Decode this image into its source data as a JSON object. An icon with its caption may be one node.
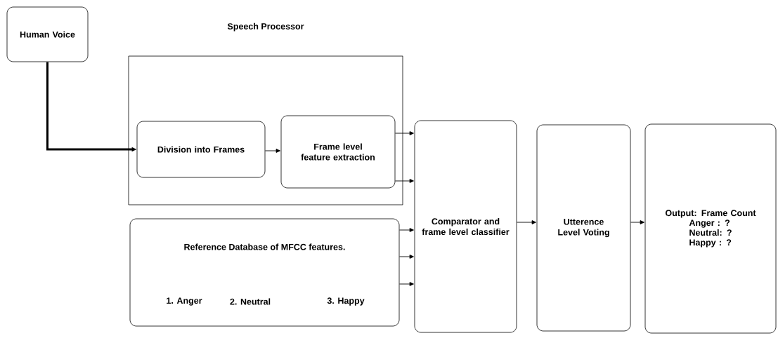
{
  "diagram": {
    "nodes": [
      {
        "text": [
          "Human Voice"
        ]
      },
      {
        "text": [
          "Speech Processor"
        ]
      },
      {
        "text": [
          "Division into Frames"
        ],
        "in": 1
      },
      {
        "text": [
          "Frame level feature extraction"
        ],
        "in": 1
      },
      {
        "text": [
          "Reference Database of MFCC features.",
          "1. Anger",
          "2. Neutral",
          "3. Happy"
        ]
      },
      {
        "text": [
          "Comparator and frame level classifier"
        ]
      },
      {
        "text": [
          "Utterence Level Voting"
        ]
      },
      {
        "text": [
          "Output: Frame Count",
          "Anger : ?",
          "Neutral: ?",
          "Happy : ?"
        ]
      }
    ],
    "edges": [
      {
        "from": 0,
        "to": 2,
        "arrow": "to",
        "style": "thick"
      },
      {
        "from": 2,
        "to": 3,
        "arrow": "to"
      },
      {
        "from": 3,
        "to": 5,
        "arrow": "to"
      },
      {
        "from": 3,
        "to": 5,
        "arrow": "to"
      },
      {
        "from": 4,
        "to": 5,
        "arrow": "to"
      },
      {
        "from": 4,
        "to": 5,
        "arrow": "to"
      },
      {
        "from": 4,
        "to": 5,
        "arrow": "to"
      },
      {
        "from": 5,
        "to": 6,
        "arrow": "to"
      },
      {
        "from": 6,
        "to": 7,
        "arrow": "to"
      }
    ]
  }
}
